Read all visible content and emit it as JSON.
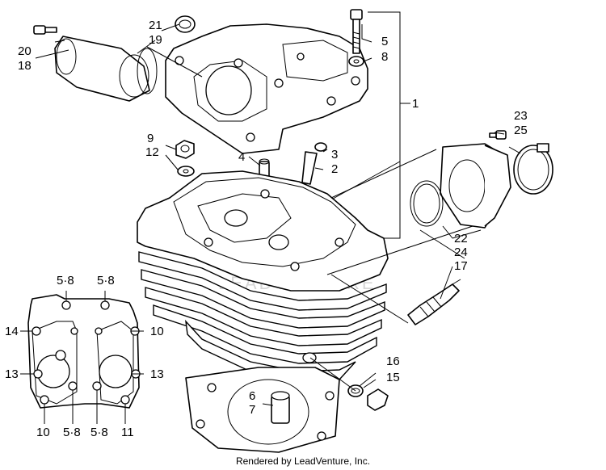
{
  "diagram": {
    "callouts": {
      "c1": "1",
      "c2": "2",
      "c3": "3",
      "c4": "4",
      "c5": "5",
      "c8": "8",
      "c9": "9",
      "c12": "12",
      "c17": "17",
      "c18": "18",
      "c19": "19",
      "c20": "20",
      "c21": "21",
      "c22": "22",
      "c23": "23",
      "c24": "24",
      "c25": "25",
      "c15": "15",
      "c16": "16",
      "c6": "6",
      "c7": "7",
      "inset_tl": "5·8",
      "inset_tr": "5·8",
      "inset_l14": "14",
      "inset_r10": "10",
      "inset_l13": "13",
      "inset_r13": "13",
      "inset_b10": "10",
      "inset_b58a": "5·8",
      "inset_b58b": "5·8",
      "inset_b11": "11"
    },
    "watermark": "LEADVENTURE",
    "credit": "Rendered by LeadVenture, Inc."
  }
}
